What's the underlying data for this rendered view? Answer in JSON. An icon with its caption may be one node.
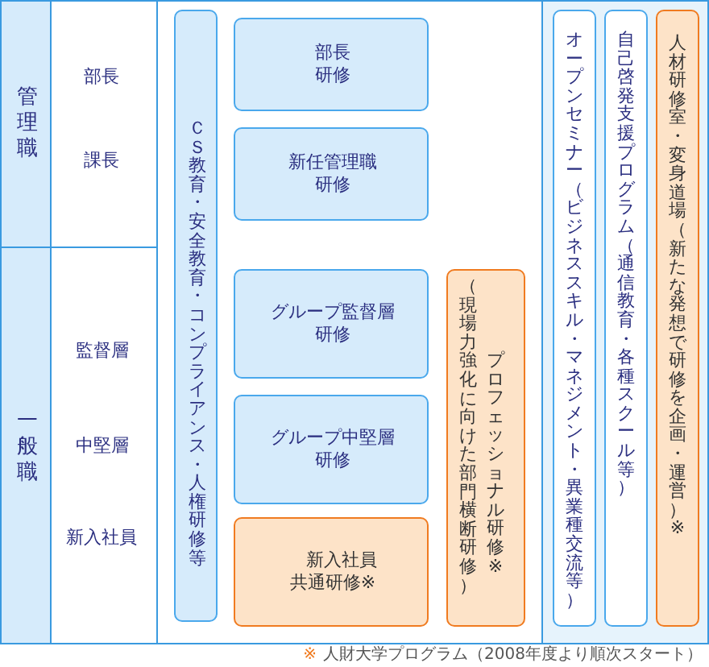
{
  "diagram": {
    "nodes": [
      {
        "text": [
          "管理職"
        ]
      },
      {
        "text": [
          "部長",
          "課長"
        ]
      },
      {
        "text": [
          "一般職"
        ]
      },
      {
        "text": [
          "監督層",
          "中堅層",
          "新入社員"
        ]
      },
      {
        "text": [
          "ＣＳ教育・安全教育・コンプライアンス・人権研修等"
        ]
      },
      {
        "text": [
          "部長研修"
        ]
      },
      {
        "text": [
          "新任管理職研修"
        ]
      },
      {
        "text": [
          "グループ監督層研修"
        ]
      },
      {
        "text": [
          "グループ中堅層研修"
        ]
      },
      {
        "text": [
          "新入社員共通研修※"
        ]
      },
      {
        "text": [
          "（現場力強化に向けた部門横断研修）",
          "プロフェッショナル研修※"
        ]
      },
      {
        "text": [
          "オープンセミナー（ビジネススキル・マネジメント・異業種交流等）"
        ]
      },
      {
        "text": [
          "自己啓発支援プログラム（通信教育・各種スクール等）"
        ]
      },
      {
        "text": [
          "人材研修室・変身道場（新たな発想で研修を企画・運営）※"
        ]
      }
    ],
    "labels": [
      "※",
      "人財大学プログラム（2008年度より順次スタート）"
    ]
  }
}
